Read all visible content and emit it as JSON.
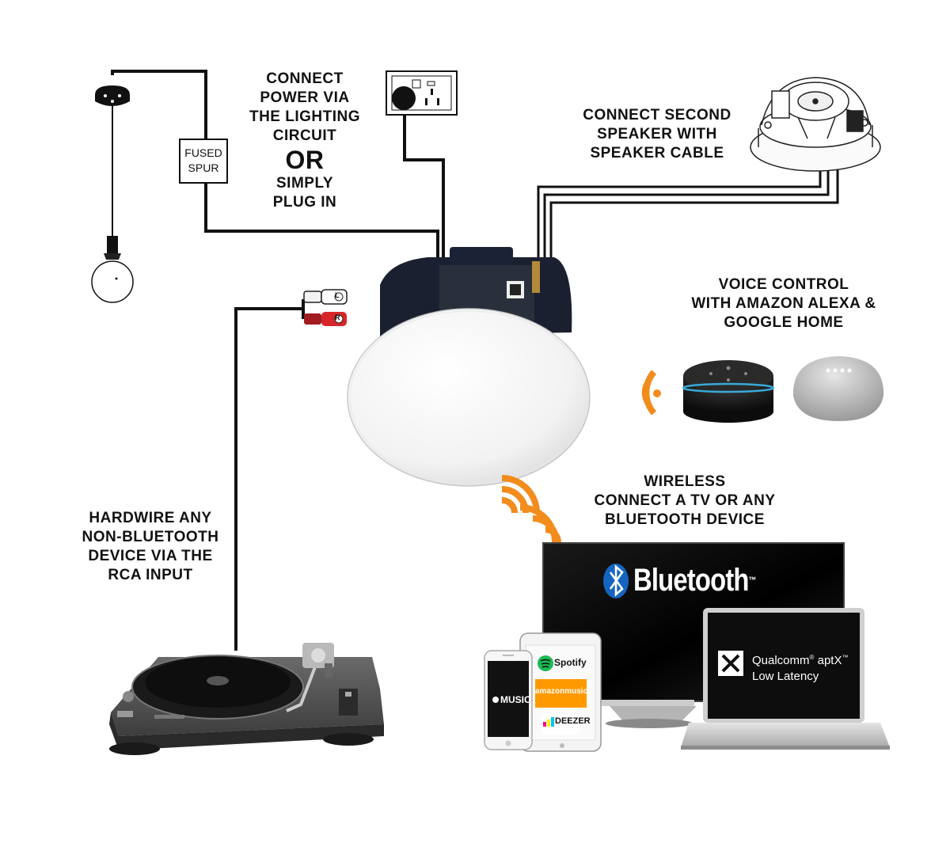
{
  "labels": {
    "power": {
      "lines": [
        "CONNECT",
        "POWER VIA",
        "THE LIGHTING",
        "CIRCUIT"
      ],
      "or": "OR",
      "plug": [
        "SIMPLY",
        "PLUG IN"
      ]
    },
    "fused_spur": [
      "FUSED",
      "SPUR"
    ],
    "second_speaker": [
      "CONNECT SECOND",
      "SPEAKER WITH",
      "SPEAKER CABLE"
    ],
    "voice": [
      "VOICE CONTROL",
      "WITH AMAZON ALEXA &",
      "GOOGLE HOME"
    ],
    "wireless": [
      "WIRELESS",
      "CONNECT A TV OR ANY",
      "BLUETOOTH DEVICE"
    ],
    "hardwire": [
      "HARDWIRE ANY",
      "NON-BLUETOOTH",
      "DEVICE VIA THE",
      "RCA INPUT"
    ]
  },
  "tv": {
    "brand": "Bluetooth",
    "trademark": "™"
  },
  "laptop": {
    "line1": "Qualcomm",
    "sup": "®",
    "line1b": "aptX",
    "sup2": "™",
    "line2": "Low Latency"
  },
  "tablet": {
    "spotify": "Spotify",
    "amazon": "amazonmusic",
    "deezer": "DEEZER"
  },
  "phone": {
    "music": "MUSIC"
  },
  "rca": {
    "white": "L",
    "red": "R"
  },
  "colors": {
    "wifi": "#f28c1c",
    "cable": "#111111",
    "rca_red": "#d7262a"
  }
}
